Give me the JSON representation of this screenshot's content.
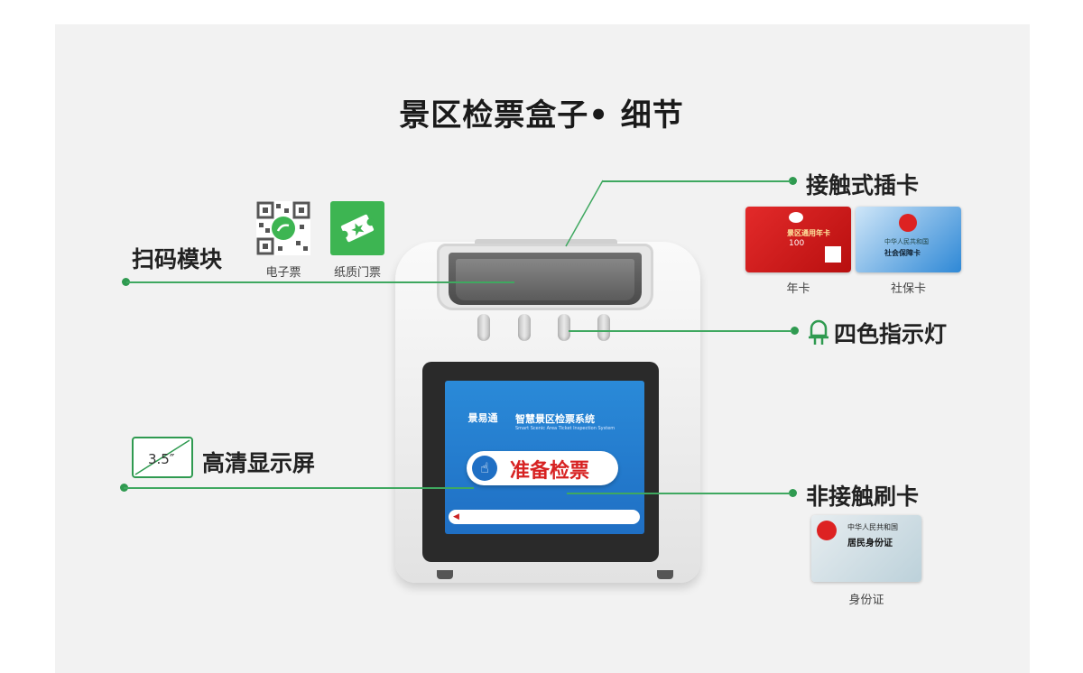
{
  "title": "景区检票盒子• 细节",
  "features": {
    "scan_module": "扫码模块",
    "contact_card": "接触式插卡",
    "indicator": "四色指示灯",
    "display": "高清显示屏",
    "contactless": "非接触刷卡"
  },
  "scan_captions": {
    "e_ticket": "电子票",
    "paper_ticket": "纸质门票"
  },
  "card_captions": {
    "annual": "年卡",
    "social": "社保卡",
    "id": "身份证"
  },
  "display_size": "3.5″",
  "screen": {
    "logo": "景易通",
    "system_name": "智慧景区检票系统",
    "system_sub": "Smart Scenic Area Ticket Inspection System",
    "button": "准备检票"
  },
  "cards": {
    "annual_amount": "100",
    "annual_name": "景区通用年卡",
    "social_country": "中华人民共和国",
    "social_name": "社会保障卡",
    "id_country": "中华人民共和国",
    "id_name": "居民身份证"
  },
  "colors": {
    "accent": "#2f9a50",
    "screen_blue": "#1f6fc4",
    "ready_red": "#d72222"
  },
  "icons": [
    "qr-code-icon",
    "paper-ticket-icon",
    "screen-size-icon",
    "bulb-icon"
  ]
}
